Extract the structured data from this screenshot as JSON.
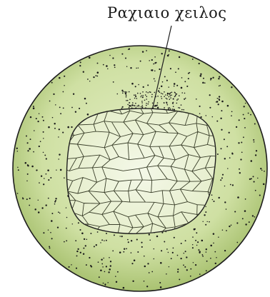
{
  "label": {
    "text": "Ραχιαιο χειλος"
  },
  "colors": {
    "outer_fill": "#cfe0a3",
    "outer_edge": "#8faa52",
    "yolk_plug_fill": "#eef4dc",
    "cell_line": "#3a3f2a",
    "outline": "#1e1e1e",
    "stipple": "#1a1a1a"
  },
  "structures": {
    "outer_sphere": "embryo-sphere",
    "yolk_plug": "yolk-plug-cells",
    "callout_line": "leader-line"
  }
}
